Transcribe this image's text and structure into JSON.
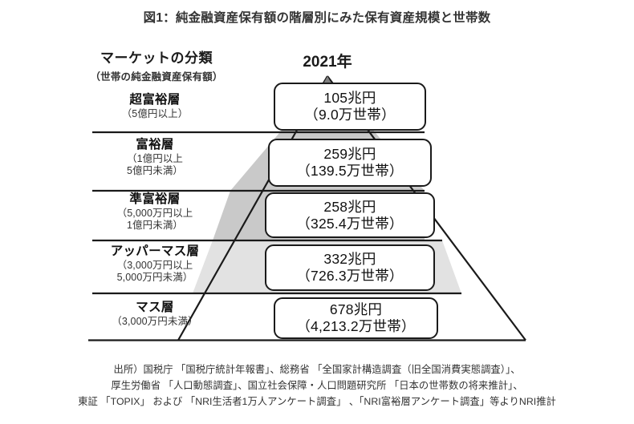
{
  "figure": {
    "title": "図1：純金融資産保有額の階層別にみた保有資産規模と世帯数"
  },
  "category_header": {
    "main": "マーケットの分類",
    "sub": "（世帯の純金融資産保有額）"
  },
  "year_header": "2021年",
  "colors": {
    "outline": "#1a1a1a",
    "tier3_fill": "#c9c9c9",
    "tier4_fill": "#e2e2e2",
    "apex_fill": "#808080",
    "background": "#ffffff"
  },
  "chart_data": {
    "type": "bar",
    "title": "図1：純金融資産保有額の階層別にみた保有資産規模と世帯数",
    "xlabel": "",
    "ylabel": "",
    "categories": [
      "超富裕層",
      "富裕層",
      "準富裕層",
      "アッパーマス層",
      "マス層"
    ],
    "series": [
      {
        "name": "保有資産規模（兆円）",
        "values": [
          105,
          259,
          258,
          332,
          678
        ]
      },
      {
        "name": "世帯数（万世帯）",
        "values": [
          9.0,
          139.5,
          325.4,
          726.3,
          4213.2
        ]
      }
    ],
    "year": "2021年"
  },
  "tiers": [
    {
      "name": "超富裕層",
      "range_lines": [
        "（5億円以上）"
      ],
      "amount": "105兆円",
      "households": "（9.0万世帯）"
    },
    {
      "name": "富裕層",
      "range_lines": [
        "（1億円以上",
        "5億円未満）"
      ],
      "amount": "259兆円",
      "households": "（139.5万世帯）"
    },
    {
      "name": "準富裕層",
      "range_lines": [
        "（5,000万円以上",
        "1億円未満）"
      ],
      "amount": "258兆円",
      "households": "（325.4万世帯）"
    },
    {
      "name": "アッパーマス層",
      "range_lines": [
        "（3,000万円以上",
        "5,000万円未満）"
      ],
      "amount": "332兆円",
      "households": "（726.3万世帯）"
    },
    {
      "name": "マス層",
      "range_lines": [
        "（3,000万円未満）"
      ],
      "amount": "678兆円",
      "households": "（4,213.2万世帯）"
    }
  ],
  "source": {
    "line1": "出所）国税庁 「国税庁統計年報書」、総務省 「全国家計構造調査（旧全国消費実態調査）」、",
    "line2": "厚生労働省 「人口動態調査」、国立社会保障・人口問題研究所 「日本の世帯数の将来推計」、",
    "line3": "東証 「TOPIX」 および 「NRI生活者1万人アンケート調査」 、「NRI富裕層アンケート調査」等よりNRI推計"
  }
}
